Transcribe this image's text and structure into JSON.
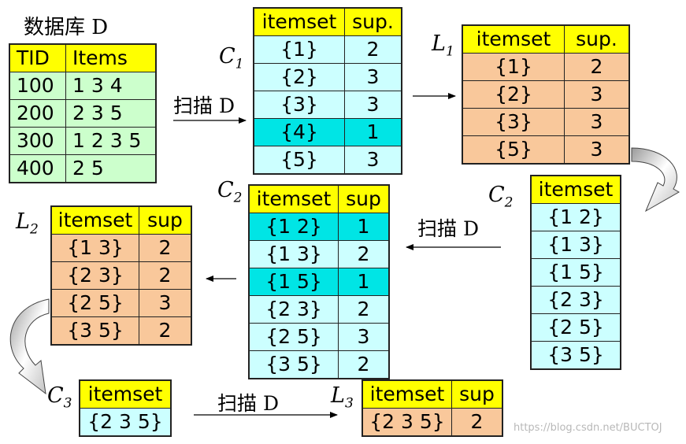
{
  "db": {
    "title": "数据库 D",
    "headers": [
      "TID",
      "Items"
    ],
    "rows": [
      [
        "100",
        "1 3 4"
      ],
      [
        "200",
        "2 3 5"
      ],
      [
        "300",
        "1 2 3 5"
      ],
      [
        "400",
        "2 5"
      ]
    ]
  },
  "c1": {
    "label_main": "C",
    "label_sub": "1",
    "headers": [
      "itemset",
      "sup."
    ],
    "rows": [
      [
        "{1}",
        "2"
      ],
      [
        "{2}",
        "3"
      ],
      [
        "{3}",
        "3"
      ],
      [
        "{4}",
        "1"
      ],
      [
        "{5}",
        "3"
      ]
    ]
  },
  "l1": {
    "label_main": "L",
    "label_sub": "1",
    "headers": [
      "itemset",
      "sup."
    ],
    "rows": [
      [
        "{1}",
        "2"
      ],
      [
        "{2}",
        "3"
      ],
      [
        "{3}",
        "3"
      ],
      [
        "{5}",
        "3"
      ]
    ]
  },
  "c2_candidates": {
    "label_main": "C",
    "label_sub": "2",
    "header": "itemset",
    "rows": [
      "{1 2}",
      "{1 3}",
      "{1 5}",
      "{2 3}",
      "{2 5}",
      "{3 5}"
    ]
  },
  "c2_counted": {
    "label_main": "C",
    "label_sub": "2",
    "headers": [
      "itemset",
      "sup"
    ],
    "rows": [
      [
        "{1 2}",
        "1"
      ],
      [
        "{1 3}",
        "2"
      ],
      [
        "{1 5}",
        "1"
      ],
      [
        "{2 3}",
        "2"
      ],
      [
        "{2 5}",
        "3"
      ],
      [
        "{3 5}",
        "2"
      ]
    ]
  },
  "l2": {
    "label_main": "L",
    "label_sub": "2",
    "headers": [
      "itemset",
      "sup"
    ],
    "rows": [
      [
        "{1 3}",
        "2"
      ],
      [
        "{2 3}",
        "2"
      ],
      [
        "{2 5}",
        "3"
      ],
      [
        "{3 5}",
        "2"
      ]
    ]
  },
  "c3": {
    "label_main": "C",
    "label_sub": "3",
    "header": "itemset",
    "rows": [
      "{2 3 5}"
    ]
  },
  "l3": {
    "label_main": "L",
    "label_sub": "3",
    "headers": [
      "itemset",
      "sup"
    ],
    "rows": [
      [
        "{2 3 5}",
        "2"
      ]
    ]
  },
  "scan_label": "扫描 D",
  "watermark": "https://blog.csdn.net/BUCTOJ",
  "colors": {
    "header": "#ffff00",
    "db_rows": "#ccffcc",
    "candidate_rows": "#ccffff",
    "pruned_rows": "#00e5e5",
    "frequent_rows": "#f9c89b"
  }
}
